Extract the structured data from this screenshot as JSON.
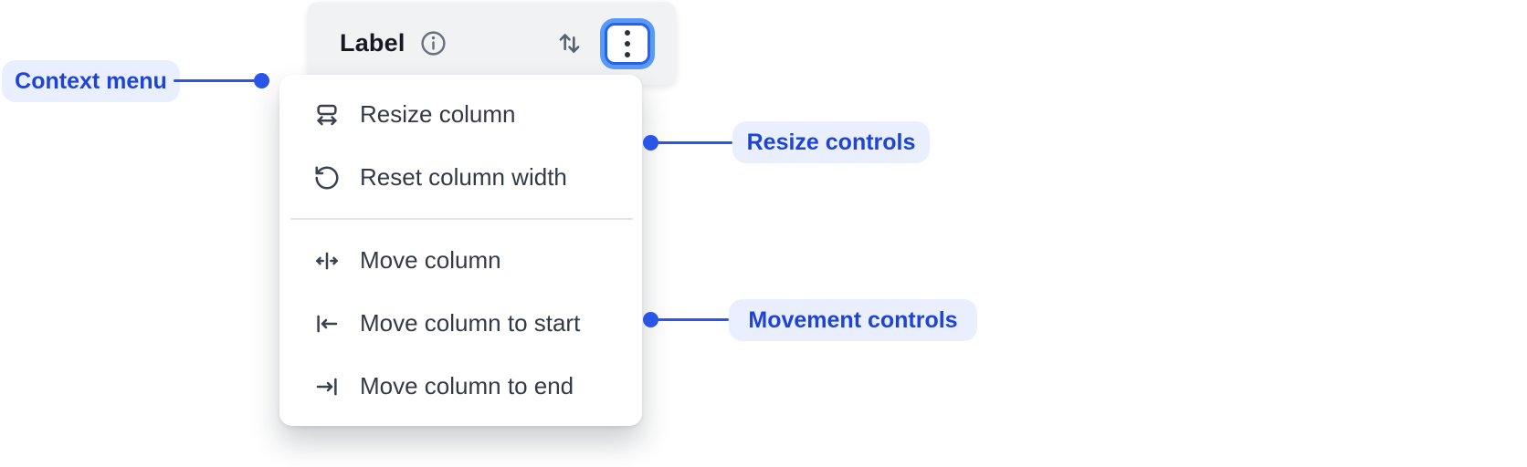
{
  "header": {
    "label": "Label",
    "info_icon": "info-icon",
    "sort_icon": "sort-arrows-icon",
    "menu_button_icon": "kebab-menu-icon"
  },
  "context_menu": {
    "items": [
      {
        "icon": "resize-column-icon",
        "label": "Resize column"
      },
      {
        "icon": "reset-column-width-icon",
        "label": "Reset column width"
      },
      {
        "icon": "move-column-icon",
        "label": "Move column"
      },
      {
        "icon": "move-column-to-start-icon",
        "label": "Move column to start"
      },
      {
        "icon": "move-column-to-end-icon",
        "label": "Move column to end"
      }
    ],
    "divider_after": "Reset column width"
  },
  "annotations": {
    "context_menu": {
      "label": "Context menu"
    },
    "resize_controls": {
      "label": "Resize controls"
    },
    "movement_controls": {
      "label": "Movement controls"
    }
  },
  "colors": {
    "header_bg": "#f1f2f4",
    "focus_ring_outer": "#5b99f7",
    "focus_ring_border": "#2563eb",
    "menu_bg": "#ffffff",
    "menu_text": "#333a45",
    "menu_divider": "#e4e5e8",
    "annotation_pill_bg": "#e9efff",
    "annotation_text": "#1e44d7",
    "annotation_line": "#2a56e8"
  }
}
